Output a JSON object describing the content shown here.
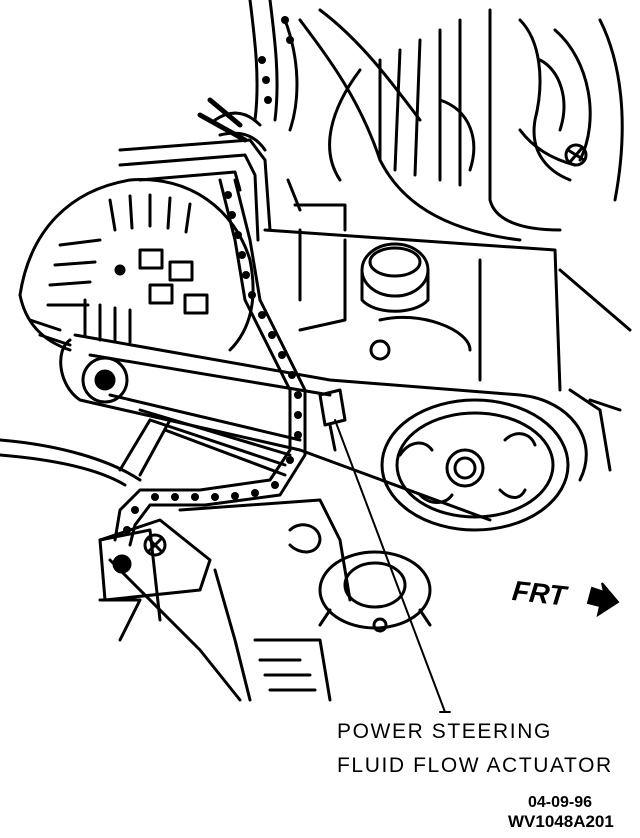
{
  "callout": {
    "line1": "POWER STEERING",
    "line2": "FLUID FLOW ACTUATOR"
  },
  "direction_label": "FRT",
  "footer": {
    "date_code": "04-09-96",
    "figure_id": "WV1048A201"
  }
}
